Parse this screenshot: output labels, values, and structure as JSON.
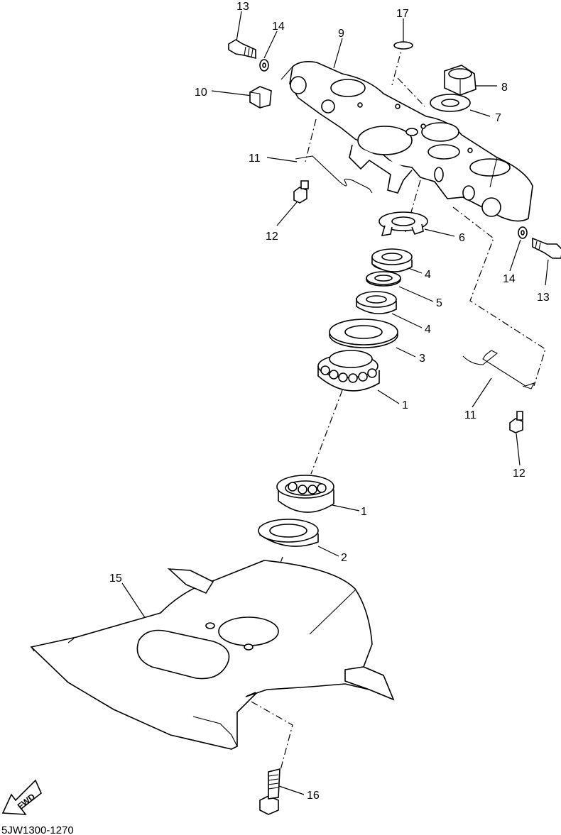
{
  "diagram_code": "5JW1300-1270",
  "fwd_label": "FWD",
  "callouts": [
    {
      "id": "c13a",
      "num": "13"
    },
    {
      "id": "c14a",
      "num": "14"
    },
    {
      "id": "c9",
      "num": "9"
    },
    {
      "id": "c17",
      "num": "17"
    },
    {
      "id": "c8",
      "num": "8"
    },
    {
      "id": "c10",
      "num": "10"
    },
    {
      "id": "c7",
      "num": "7"
    },
    {
      "id": "c11a",
      "num": "11"
    },
    {
      "id": "c12a",
      "num": "12"
    },
    {
      "id": "c6",
      "num": "6"
    },
    {
      "id": "c4a",
      "num": "4"
    },
    {
      "id": "c14b",
      "num": "14"
    },
    {
      "id": "c13b",
      "num": "13"
    },
    {
      "id": "c5",
      "num": "5"
    },
    {
      "id": "c4b",
      "num": "4"
    },
    {
      "id": "c3",
      "num": "3"
    },
    {
      "id": "c1a",
      "num": "1"
    },
    {
      "id": "c11b",
      "num": "11"
    },
    {
      "id": "c12b",
      "num": "12"
    },
    {
      "id": "c1b",
      "num": "1"
    },
    {
      "id": "c2",
      "num": "2"
    },
    {
      "id": "c15",
      "num": "15"
    },
    {
      "id": "c16",
      "num": "16"
    }
  ]
}
